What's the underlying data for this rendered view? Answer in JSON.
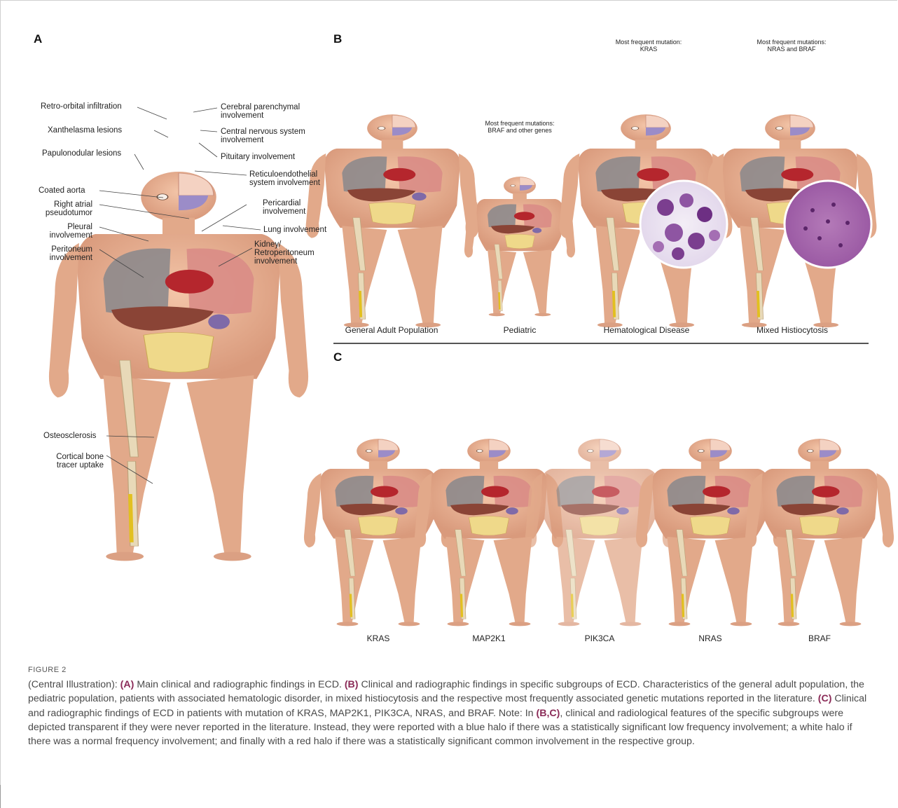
{
  "panels": {
    "a": "A",
    "b": "B",
    "c": "C"
  },
  "panel_a_labels": {
    "retro_orbital": "Retro-orbital infiltration",
    "xanthelasma": "Xanthelasma lesions",
    "papulonodular": "Papulonodular lesions",
    "coated_aorta": "Coated aorta",
    "right_atrial": "Right atrial\npseudotumor",
    "pleural": "Pleural\ninvolvement",
    "peritoneum": "Peritoneum\ninvolvement",
    "cerebral": "Cerebral parenchymal\ninvolvement",
    "cns": "Central nervous system\ninvolvement",
    "pituitary": "Pituitary involvement",
    "reticulo": "Reticuloendothelial\nsystem involvement",
    "pericardial": "Pericardial\ninvolvement",
    "lung": "Lung involvement",
    "kidney": "Kidney/\nRetroperitoneum\ninvolvement",
    "osteosclerosis": "Osteosclerosis",
    "cortical": "Cortical bone\ntracer uptake"
  },
  "panel_b": {
    "mutation_pediatric": "Most frequent mutations:\nBRAF and other genes",
    "mutation_hema": "Most frequent mutation:\nKRAS",
    "mutation_mixed": "Most frequent mutations:\nNRAS and BRAF",
    "labels": [
      "General Adult Population",
      "Pediatric",
      "Hematological Disease",
      "Mixed Histiocytosis"
    ]
  },
  "panel_c": {
    "labels": [
      "KRAS",
      "MAP2K1",
      "PIK3CA",
      "NRAS",
      "BRAF"
    ]
  },
  "caption": {
    "title": "FIGURE 2",
    "intro": "(Central Illustration): ",
    "a_tag": "(A)",
    "a_text": " Main clinical and radiographic findings in ECD. ",
    "b_tag": "(B)",
    "b_text": " Clinical and radiographic findings in specific subgroups of ECD. Characteristics of the general adult population, the pediatric population, patients with associated hematologic disorder, in mixed histiocytosis and the respective most frequently associated genetic mutations reported in the literature. ",
    "c_tag": "(C)",
    "c_text": " Clinical and radiographic findings of ECD in patients with mutation of KRAS, MAP2K1, PIK3CA, NRAS, and BRAF. Note: In ",
    "bc_tag": "(B,C)",
    "end_text": ", clinical and radiological features of the specific subgroups were depicted transparent if they were never reported in the literature. Instead, they were reported with a blue halo if there was a statistically significant low frequency involvement; a white halo if there was a normal frequency involvement; and finally with a red halo if there was a statistically significant common involvement in the respective group."
  },
  "colors": {
    "skin": "#e9b596",
    "skin_shade": "#d79a7c",
    "lung": "#d98c86",
    "lung_grey": "#8d8a8c",
    "liver": "#8a4436",
    "intestine": "#efd98a",
    "bone": "#e8d9b8",
    "heart": "#b5262d",
    "brain": "#f1c9b4",
    "caption_accent": "#8a2a57"
  }
}
